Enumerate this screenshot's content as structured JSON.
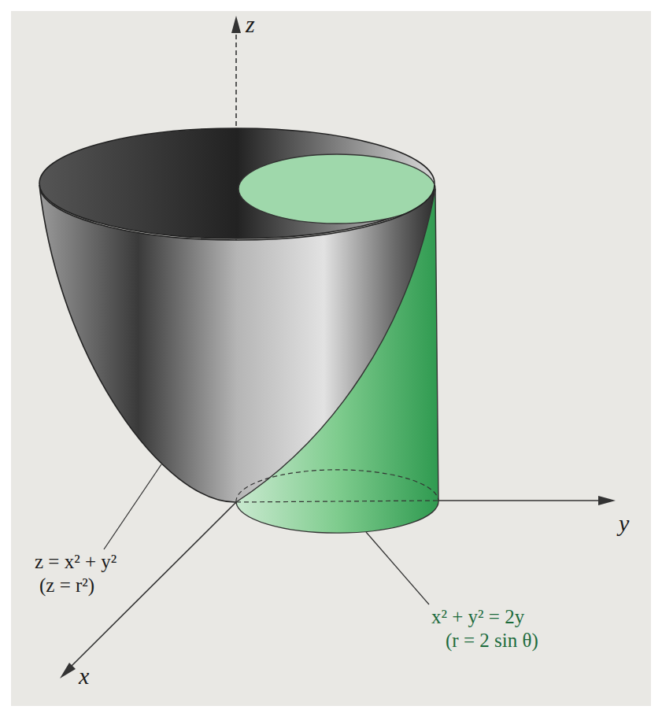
{
  "diagram": {
    "labels": [
      "z",
      "y",
      "x",
      "z = x² + y²",
      "(z = r²)",
      "x² + y² = 2y",
      "(r = 2 sin θ)"
    ]
  }
}
